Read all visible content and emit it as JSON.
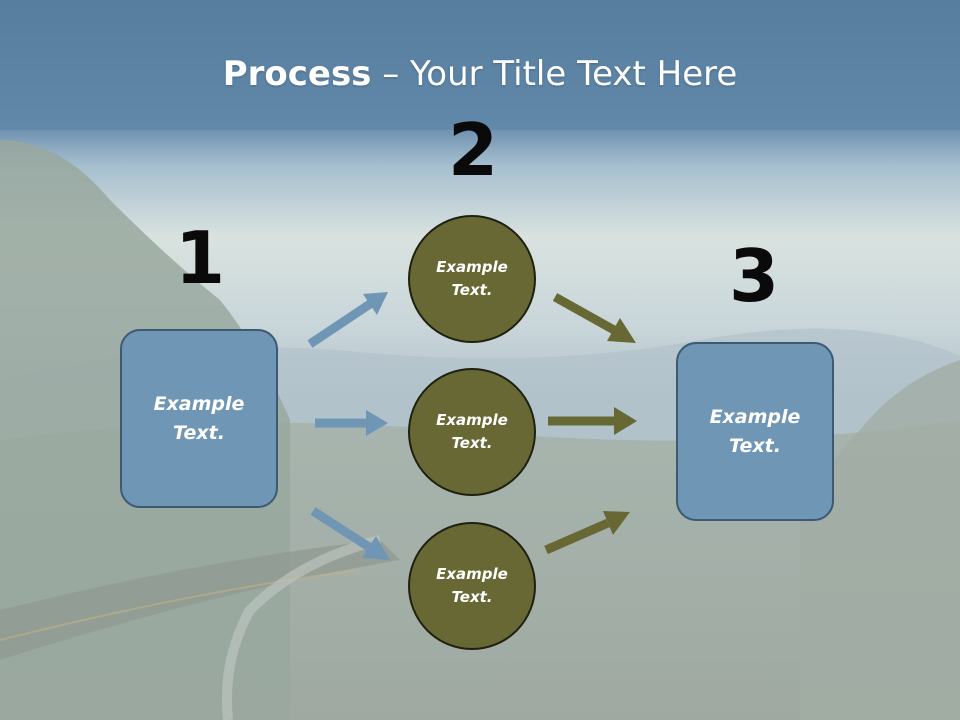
{
  "slide": {
    "title_bold": "Process",
    "title_rest": " – Your Title Text Here",
    "colors": {
      "header": "#5f88a9",
      "box_fill": "#6f96b4",
      "circle_fill": "#676834",
      "blue_arrow": "#6f96b4",
      "olive_arrow": "#676834"
    }
  },
  "steps": {
    "one": {
      "number": "1",
      "label": "Example\nText."
    },
    "two": {
      "number": "2",
      "items": [
        {
          "label": "Example\nText."
        },
        {
          "label": "Example\nText."
        },
        {
          "label": "Example\nText."
        }
      ]
    },
    "three": {
      "number": "3",
      "label": "Example\nText."
    }
  }
}
